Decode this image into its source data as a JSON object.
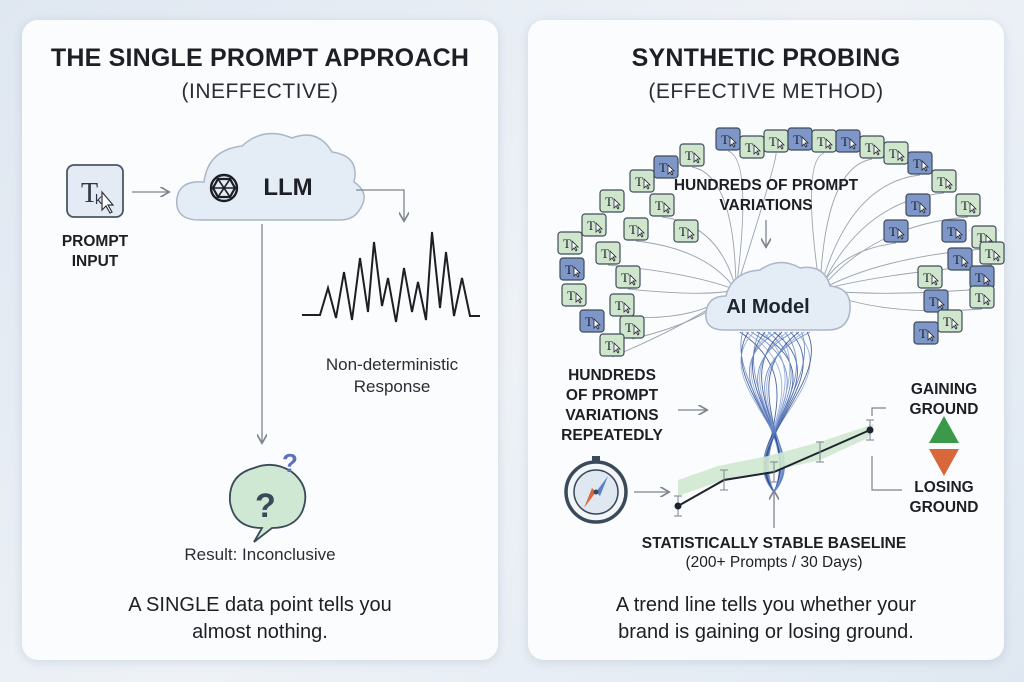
{
  "left": {
    "title": "THE SINGLE PROMPT APPROACH",
    "subtitle": "(INEFFECTIVE)",
    "prompt_label_line1": "PROMPT",
    "prompt_label_line2": "INPUT",
    "llm_label": "LLM",
    "response_line1": "Non-deterministic",
    "response_line2": "Response",
    "result_label": "Result: Inconclusive",
    "caption_line1": "A SINGLE data point tells you",
    "caption_line2": "almost nothing."
  },
  "right": {
    "title": "SYNTHETIC PROBING",
    "subtitle": "(EFFECTIVE METHOD)",
    "variations_line1": "HUNDREDS OF PROMPT",
    "variations_line2": "VARIATIONS",
    "model_label": "AI Model",
    "repeat_line1": "HUNDREDS",
    "repeat_line2": "OF PROMPT",
    "repeat_line3": "VARIATIONS",
    "repeat_line4": "REPEATEDLY",
    "gaining_line1": "GAINING",
    "gaining_line2": "GROUND",
    "losing_line1": "LOSING",
    "losing_line2": "GROUND",
    "baseline_label": "STATISTICALLY STABLE BASELINE",
    "baseline_sub": "(200+ Prompts / 30 Days)",
    "caption_line1": "A trend line tells you whether your",
    "caption_line2": "brand is gaining or losing ground."
  },
  "colors": {
    "tile_green": "#cfe6cc",
    "tile_blue": "#7f96c9",
    "cloud": "#e4ecf6",
    "arrow_up": "#3a9a4a",
    "arrow_down": "#d9673c",
    "trend_band": "#cfe8cf"
  },
  "icons": [
    "text-cursor-icon",
    "openai-logo-icon",
    "question-bubble-icon",
    "compass-icon"
  ]
}
